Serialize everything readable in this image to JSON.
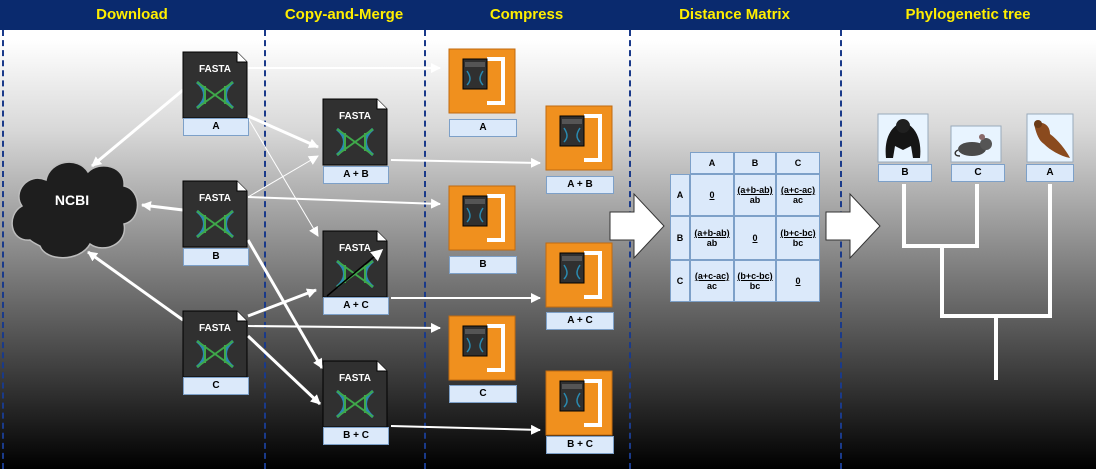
{
  "stages": [
    "Download",
    "Copy-and-Merge",
    "Compress",
    "Distance Matrix",
    "Phylogenetic tree"
  ],
  "cloud": {
    "label": "NCBI"
  },
  "file_type": "FASTA",
  "download": [
    "A",
    "B",
    "C"
  ],
  "merge": [
    "A + B",
    "A + C",
    "B + C"
  ],
  "compress": [
    "A",
    "A + B",
    "B",
    "A + C",
    "C",
    "B + C"
  ],
  "matrix": {
    "col_headers": [
      "A",
      "B",
      "C"
    ],
    "row_headers": [
      "A",
      "B",
      "C"
    ],
    "cells": [
      [
        {
          "num": "0",
          "den": ""
        },
        {
          "num": "(a+b-ab)",
          "den": "ab"
        },
        {
          "num": "(a+c-ac)",
          "den": "ac"
        }
      ],
      [
        {
          "num": "(a+b-ab)",
          "den": "ab"
        },
        {
          "num": "0",
          "den": ""
        },
        {
          "num": "(b+c-bc)",
          "den": "bc"
        }
      ],
      [
        {
          "num": "(a+c-ac)",
          "den": "ac"
        },
        {
          "num": "(b+c-bc)",
          "den": "bc"
        },
        {
          "num": "0",
          "den": ""
        }
      ]
    ]
  },
  "tree": {
    "leaves": [
      "B",
      "C",
      "A"
    ],
    "leaf_icons": [
      "gorilla-icon",
      "mouse-icon",
      "bird-icon"
    ]
  },
  "colors": {
    "header_bg": "#0a2a6e",
    "header_text": "#ffee00",
    "compress_orange": "#f0901e",
    "label_bg": "#dbe9fa",
    "helix_blue": "#2a8ab0",
    "helix_green": "#3fa84a"
  }
}
